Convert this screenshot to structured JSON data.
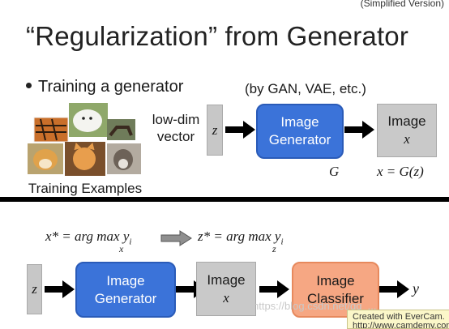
{
  "header": {
    "version_note": "(Simplified Version)",
    "title": "“Regularization” from Generator"
  },
  "top": {
    "bullet": "Training a generator",
    "by_gan": "(by GAN, VAE, etc.)",
    "lowdim_line1": "low-dim",
    "lowdim_line2": "vector",
    "z_label": "z",
    "generator_line1": "Image",
    "generator_line2": "Generator",
    "image_line1": "Image",
    "image_line2": "x",
    "g_label": "G",
    "x_equals": "x = G(z)",
    "training_examples": "Training Examples"
  },
  "bottom": {
    "formula_x": "x* = arg max y",
    "formula_x_sub": "x",
    "formula_x_i": "i",
    "formula_z": "z* = arg max y",
    "formula_z_sub": "z",
    "formula_z_i": "i",
    "z_label": "z",
    "generator_line1": "Image",
    "generator_line2": "Generator",
    "image_line1": "Image",
    "image_line2": "x",
    "classifier_line1": "Image",
    "classifier_line2": "Classifier",
    "y_label": "y"
  },
  "overlays": {
    "watermark": "https://blog.csdn.net/qq_...",
    "evercam_line1": "Created with EverCam.",
    "evercam_line2": "http://www.camdemy.com"
  },
  "colors": {
    "generator_blue": "#3b73d9",
    "classifier_orange": "#f6a783",
    "box_gray": "#c9c9c9",
    "divider_black": "#000000"
  }
}
